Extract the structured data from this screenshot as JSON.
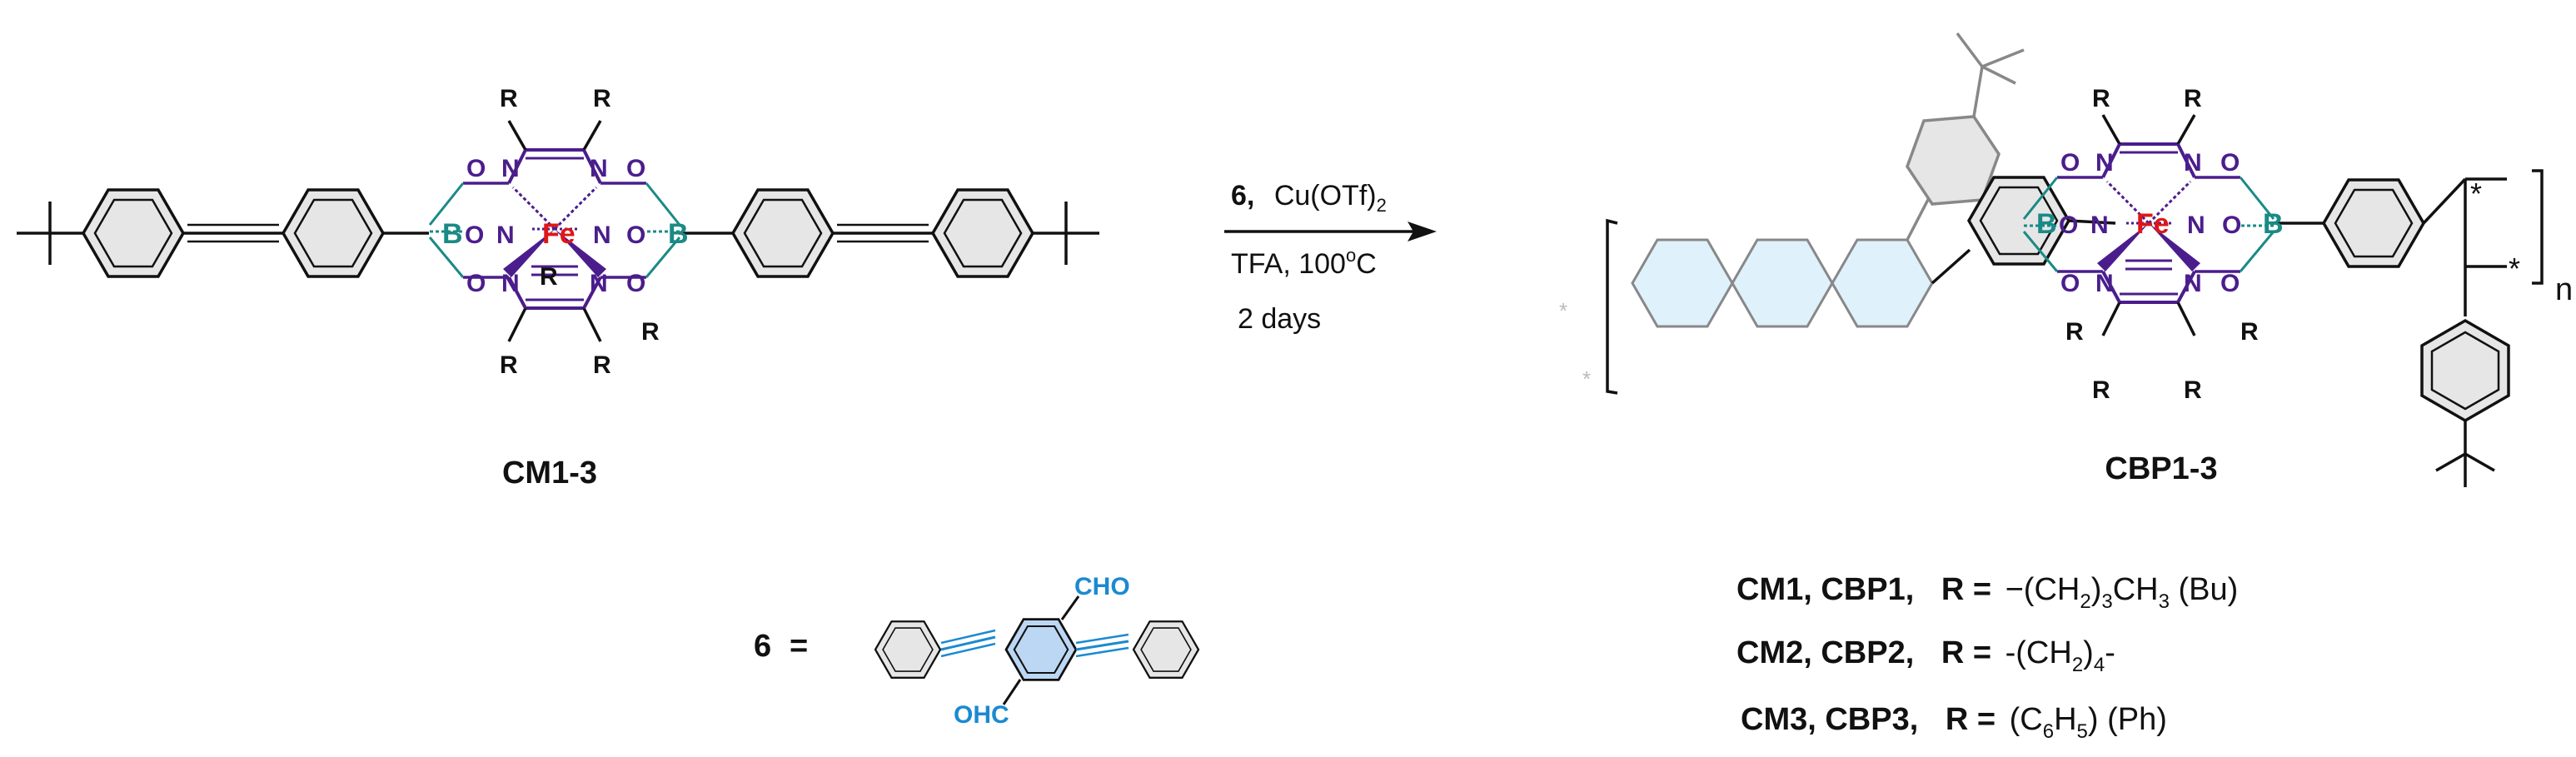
{
  "colors": {
    "bond": "#111111",
    "boron": "#1a8a86",
    "iron": "#e01616",
    "nitrogen": "#4b1d8c",
    "aldehyde": "#1a8ad0",
    "arrow": "#111111",
    "ring_fill": "#e6e6e6",
    "aromatic_fill": "#dff1fb"
  },
  "reaction": {
    "reagent_number": "6,",
    "catalyst_main": "Cu(OTf)",
    "catalyst_sub": "2",
    "conditions_main": "TFA,  100",
    "conditions_sup": "o",
    "conditions_unit": "C",
    "time": "2 days"
  },
  "monomer": {
    "label": "CM1-3"
  },
  "polymer": {
    "label": "CBP1-3",
    "repeat_index": "n",
    "end_marker": "*"
  },
  "cage": {
    "metal": "Fe",
    "boron": "B",
    "nitrogen": "N",
    "oxygen": "O",
    "substituent": "R"
  },
  "compound6": {
    "label": "6",
    "equals": "=",
    "aldehyde_top": "CHO",
    "aldehyde_bottom": "OHC"
  },
  "legend": [
    {
      "compounds": "CM1, CBP1,",
      "r": "R =",
      "text_a": "−(CH",
      "sub1": "2",
      "text_b": ")",
      "sub2": "3",
      "text_c": "CH",
      "sub3": "3",
      "text_d": " (Bu)"
    },
    {
      "compounds": "CM2, CBP2,",
      "r": "R =",
      "text_a": "-(CH",
      "sub1": "2",
      "text_b": ")",
      "sub2": "4",
      "text_c": "-"
    },
    {
      "compounds": "CM3, CBP3,",
      "r": "R =",
      "text_a": "(C",
      "sub1": "6",
      "text_b": "H",
      "sub2": "5",
      "text_c": ") (Ph)"
    }
  ]
}
